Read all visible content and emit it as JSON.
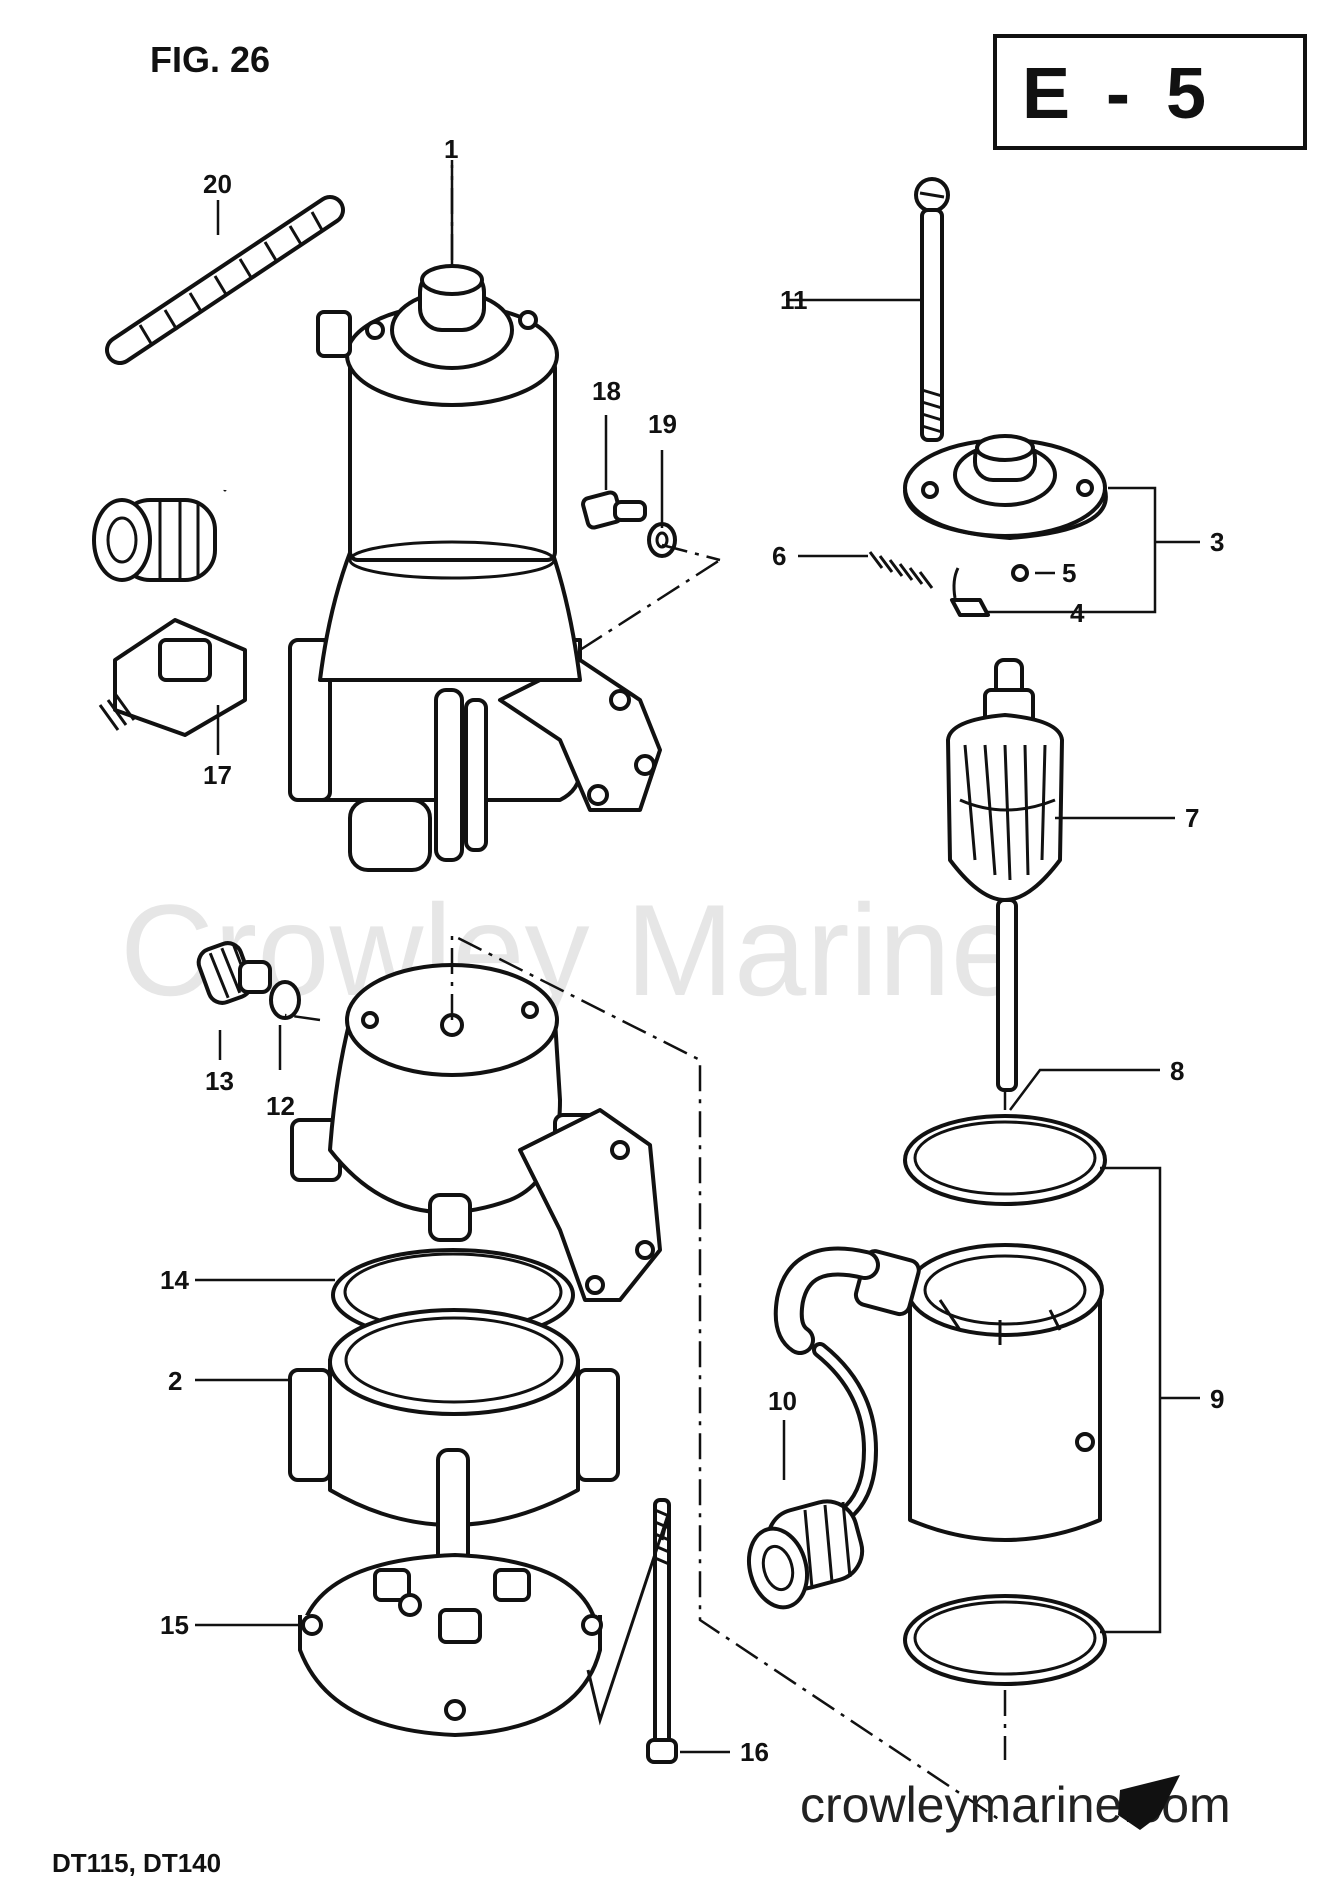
{
  "figure_label": "FIG. 26",
  "section_code": "E - 5",
  "models": "DT115, DT140",
  "watermark": "Crowley Marine",
  "website": "crowleymarine.com",
  "callouts": [
    "1",
    "2",
    "3",
    "4",
    "5",
    "6",
    "7",
    "8",
    "9",
    "10",
    "11",
    "12",
    "13",
    "14",
    "15",
    "16",
    "17",
    "18",
    "19",
    "20"
  ]
}
